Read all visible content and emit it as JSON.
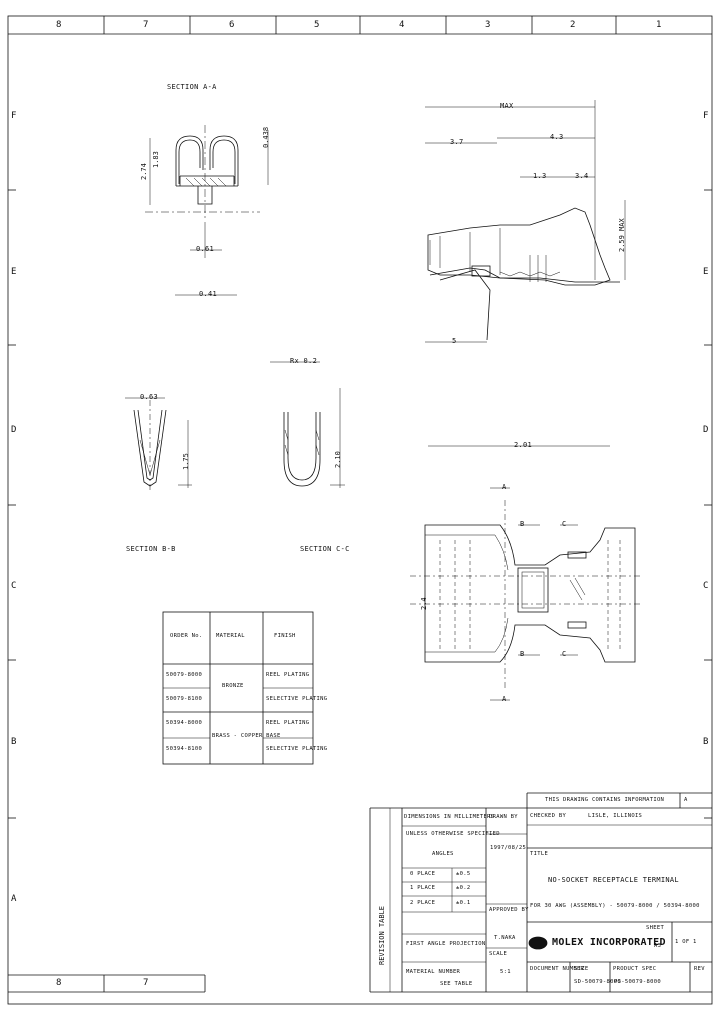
{
  "zone_columns": [
    "8",
    "7",
    "6",
    "5",
    "4",
    "3",
    "2",
    "1"
  ],
  "zone_rows": [
    "F",
    "E",
    "D",
    "C",
    "B",
    "A"
  ],
  "bottom_columns": [
    "8",
    "7"
  ],
  "sections": {
    "a": "SECTION A-A",
    "b": "SECTION B-B",
    "c": "SECTION C-C"
  },
  "section_a_dims": [
    "0.438",
    "1.83",
    "2.74",
    "0.61",
    "0.41"
  ],
  "section_b_dims": [
    "0.63",
    "1.75"
  ],
  "section_c_dims": [
    "Rx 0.2",
    "2.10"
  ],
  "side_view_dims": {
    "top": "MAX",
    "d1": "3.7",
    "d2": "4.3",
    "d3": "1.3",
    "d4": "3.4",
    "height": "2.59 MAX",
    "bottom": "5"
  },
  "top_view_dims": {
    "width": "2.01",
    "arrow_a_top": "A",
    "arrow_a_bottom": "A",
    "b_top": "B",
    "b_bottom": "B",
    "c_top": "C",
    "c_bottom": "C",
    "left": "2.4"
  },
  "parts_table": {
    "headers": [
      "ORDER No.",
      "MATERIAL",
      "FINISH"
    ],
    "rows": [
      {
        "order": "50079-8000",
        "material": "BRONZE",
        "finish": "REEL PLATING"
      },
      {
        "order": "50079-8100",
        "material": "",
        "finish": "SELECTIVE PLATING"
      },
      {
        "order": "50394-8000",
        "material": "BRASS - COPPER BASE",
        "finish": "REEL PLATING"
      },
      {
        "order": "50394-8100",
        "material": "",
        "finish": "SELECTIVE PLATING"
      }
    ]
  },
  "title_block": {
    "sheet_label": "THIS DRAWING CONTAINS INFORMATION",
    "dim_label": "DIMENSIONS IN MILLIMETERS",
    "general_tol": "UNLESS OTHERWISE SPECIFIED",
    "angle": "ANGLES",
    "tol_rows": [
      "0 PLACE",
      "1 PLACE",
      "2 PLACE"
    ],
    "tol_vals": [
      "±0.5",
      "±0.2",
      "±0.1"
    ],
    "drawn_label": "DRAWN BY",
    "drawn_date": "1997/08/25",
    "checked_label": "CHECKED BY",
    "approved_label": "APPROVED BY",
    "approved_val": "T.NAKA",
    "scale_label": "SCALE",
    "scale_val": "5:1",
    "title_label": "TITLE",
    "title_line1": "NO-SOCKET RECEPTACLE TERMINAL",
    "title_line2": "FOR 30 AWG  (ASSEMBLY) - 50079-8000 / 50394-8000",
    "company": "MOLEX INCORPORATED",
    "company_note": "LISLE, ILLINOIS",
    "doc_label": "DOCUMENT NUMBER",
    "doc_num": "SD-50079-8000",
    "sheet_no_label": "SHEET",
    "sheet_no": "1 OF 1",
    "size_label": "SIZE",
    "size_val": "A3",
    "rev_label": "REV",
    "rev_val": "A",
    "rev_strip": "REVISION TABLE",
    "first_angle": "FIRST ANGLE PROJECTION",
    "material_label": "MATERIAL NUMBER",
    "material_val": "SEE TABLE",
    "prod_spec": "PRODUCT SPEC",
    "prod_val": "PS-50079-8000"
  }
}
